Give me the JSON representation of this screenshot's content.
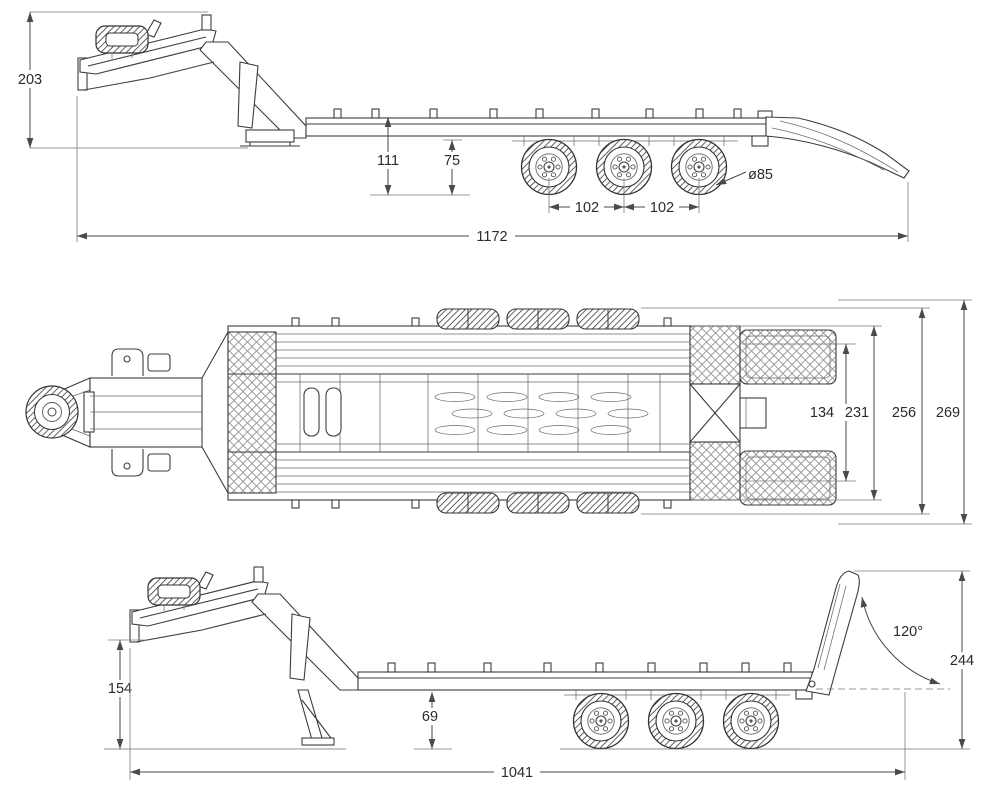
{
  "drawing": {
    "ink_color": "#3c3c3c",
    "dim_color": "#4a4a4a",
    "side_down": {
      "height_overall": "203",
      "deck_height": "111",
      "clearance_height": "75",
      "axle_spacing_1": "102",
      "axle_spacing_2": "102",
      "tire_diameter": "ø85",
      "overall_length": "1172"
    },
    "plan": {
      "inner_width": "134",
      "deck_width": "231",
      "width_over_tires": "256",
      "overall_width": "269"
    },
    "side_up": {
      "coupler_height": "154",
      "ground_clearance": "69",
      "ramp_angle": "120°",
      "ramp_height": "244",
      "base_length": "1041"
    }
  }
}
